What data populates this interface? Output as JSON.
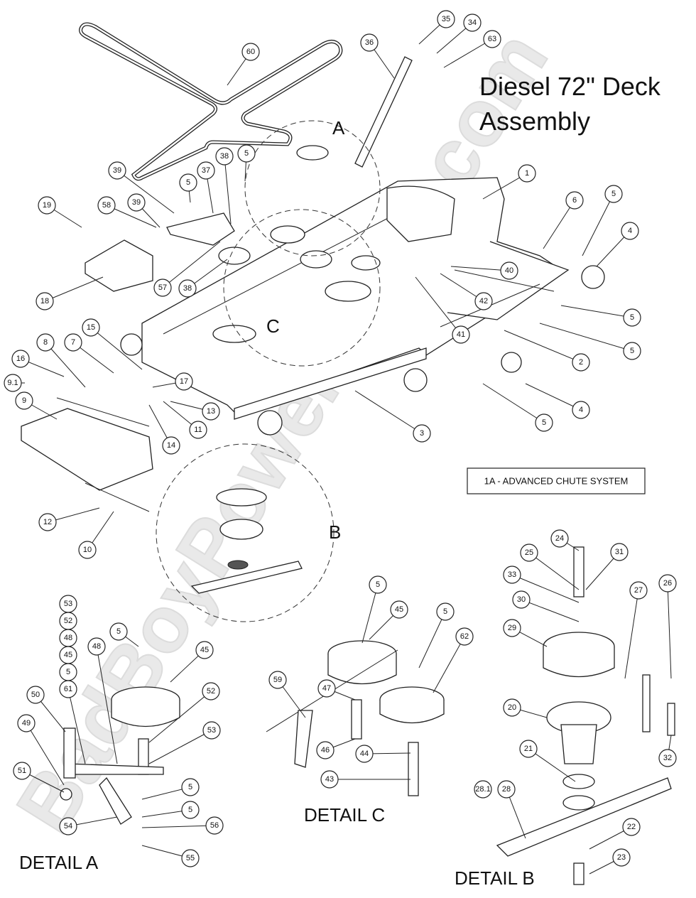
{
  "title_lines": [
    "Diesel 72\" Deck",
    "Assembly"
  ],
  "watermark": "BadBoyPowerParts.com",
  "view_labels": [
    "A",
    "B",
    "C"
  ],
  "detail_labels": [
    "DETAIL  A",
    "DETAIL  B",
    "DETAIL  C"
  ],
  "chute_box": "1A - ADVANCED CHUTE SYSTEM",
  "callouts": [
    "35",
    "34",
    "63",
    "36",
    "60",
    "1",
    "5",
    "39",
    "37",
    "38",
    "5",
    "19",
    "58",
    "39",
    "18",
    "57",
    "38",
    "6",
    "5",
    "4",
    "40",
    "42",
    "5",
    "41",
    "5",
    "2",
    "4",
    "5",
    "3",
    "16",
    "8",
    "7",
    "15",
    "17",
    "9.1",
    "9",
    "13",
    "11",
    "14",
    "12",
    "10",
    "53",
    "52",
    "48",
    "45",
    "5",
    "61",
    "48",
    "5",
    "45",
    "50",
    "52",
    "49",
    "53",
    "51",
    "5",
    "5",
    "54",
    "56",
    "55",
    "5",
    "45",
    "5",
    "62",
    "59",
    "47",
    "46",
    "44",
    "43",
    "24",
    "25",
    "31",
    "33",
    "30",
    "27",
    "26",
    "29",
    "20",
    "32",
    "21",
    "28.1",
    "28",
    "22",
    "23"
  ]
}
